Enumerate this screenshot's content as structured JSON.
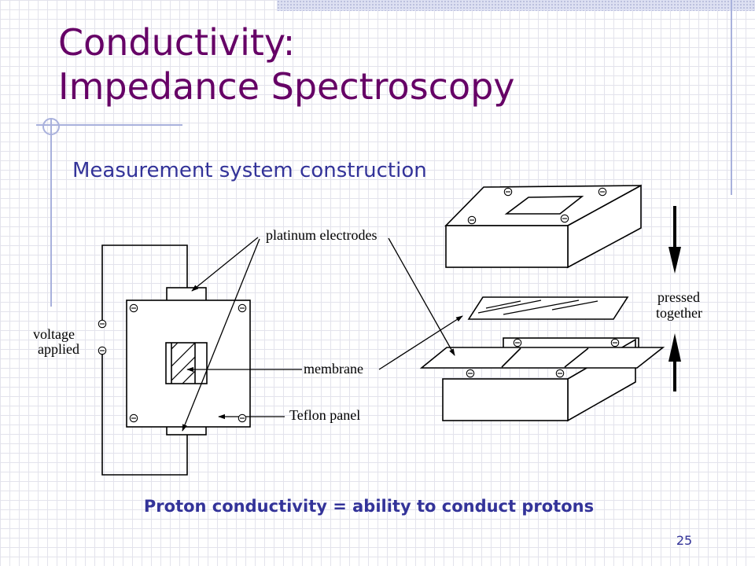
{
  "slide": {
    "title_line1": "Conductivity:",
    "title_line2": "Impedance Spectroscopy",
    "subtitle": "Measurement system construction",
    "caption": "Proton conductivity = ability to conduct protons",
    "page_number": "25"
  },
  "diagram": {
    "labels": {
      "platinum_electrodes": "platinum electrodes",
      "membrane": "membrane",
      "teflon_panel": "Teflon panel",
      "voltage": "voltage",
      "applied": "applied",
      "pressed": "pressed",
      "together": "together"
    }
  },
  "colors": {
    "title": "#660066",
    "text": "#333399",
    "grid": "#e3e3ec",
    "accent_rule": "#a9b1dc"
  }
}
